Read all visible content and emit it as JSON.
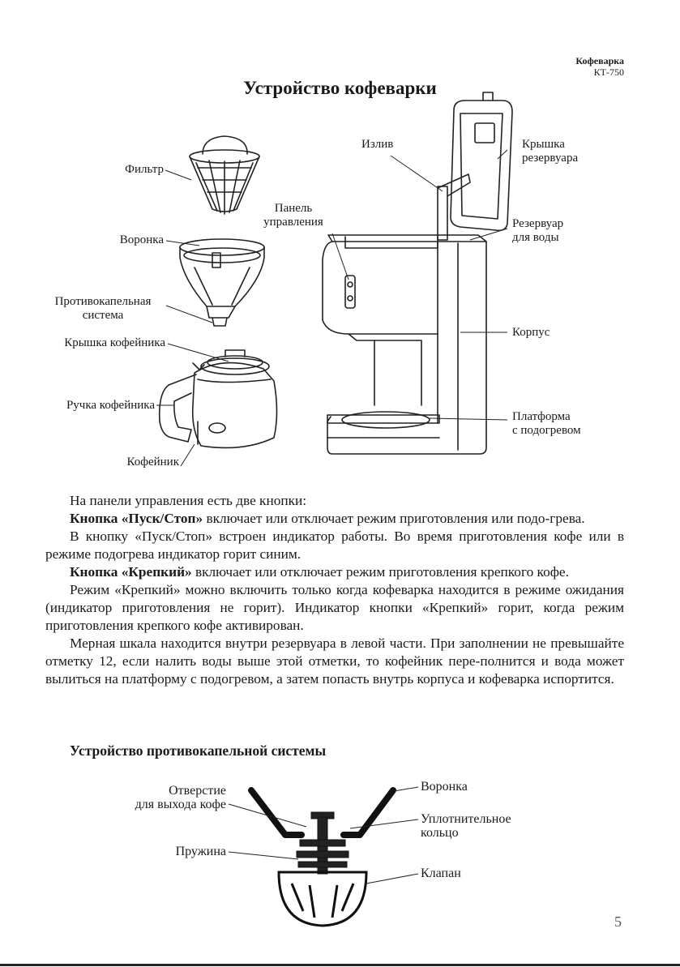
{
  "header": {
    "brand": "Кофеварка",
    "model": "КТ-750"
  },
  "title": "Устройство кофеварки",
  "labels": {
    "filter": "Фильтр",
    "funnel": "Воронка",
    "antidrip_1": "Противокапельная",
    "antidrip_2": "система",
    "pot_lid": "Крышка кофейника",
    "pot_handle": "Ручка кофейника",
    "pot": "Кофейник",
    "spout": "Излив",
    "panel_1": "Панель",
    "panel_2": "управления",
    "tank_lid_1": "Крышка",
    "tank_lid_2": "резервуара",
    "tank_1": "Резервуар",
    "tank_2": "для воды",
    "housing": "Корпус",
    "plate_1": "Платформа",
    "plate_2": "с подогревом"
  },
  "paragraphs": {
    "p1": "На панели управления есть две кнопки:",
    "p2_bold": "Кнопка «Пуск/Стоп»",
    "p2_rest": " включает или отключает режим приготовления или подо-грева.",
    "p3": "В кнопку «Пуск/Стоп» встроен индикатор работы. Во время приготовления кофе или в режиме подогрева индикатор горит синим.",
    "p4_bold": "Кнопка «Крепкий»",
    "p4_rest": " включает или отключает режим приготовления крепкого кофе.",
    "p5": "Режим «Крепкий» можно включить только когда кофеварка находится в режиме ожидания (индикатор приготовления не горит). Индикатор кнопки «Крепкий» горит, когда режим приготовления крепкого кофе активирован.",
    "p6": "Мерная шкала находится внутри резервуара в левой части. При заполнении не превышайте отметку 12, если налить воды выше этой отметки, то кофейник пере-полнится и вода может вылиться на платформу с подогревом, а затем попасть внутрь корпуса и кофеварка испортится."
  },
  "subheading": "Устройство противокапельной системы",
  "drip_labels": {
    "outlet_1": "Отверстие",
    "outlet_2": "для выхода кофе",
    "spring": "Пружина",
    "funnel": "Воронка",
    "seal_1": "Уплотнительное",
    "seal_2": "кольцо",
    "valve": "Клапан"
  },
  "page_number": "5"
}
